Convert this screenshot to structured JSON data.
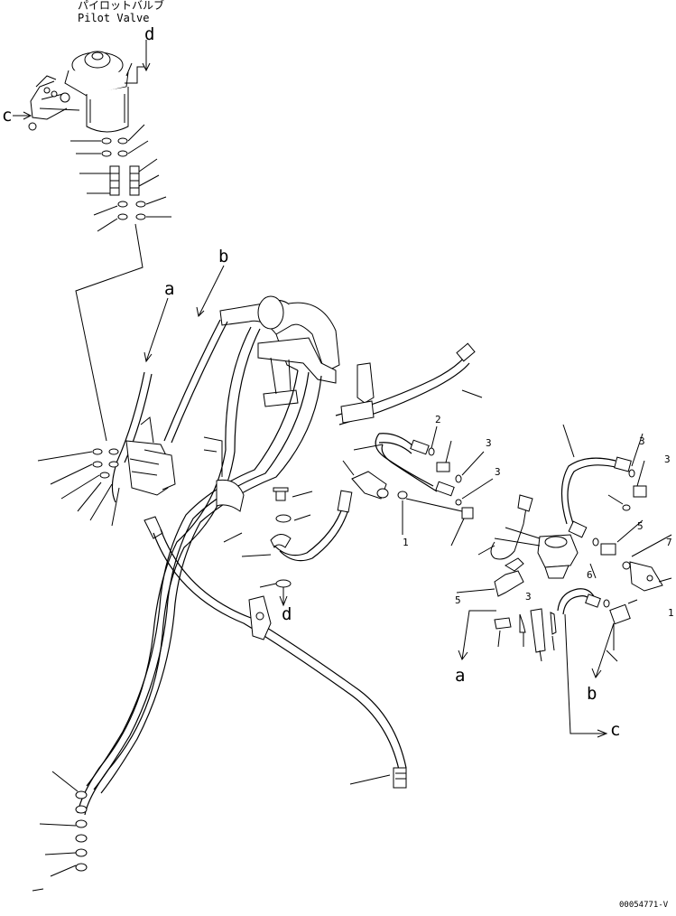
{
  "title": {
    "japanese": "パイロットバルブ",
    "english": "Pilot Valve"
  },
  "reference_letters": {
    "a": "a",
    "b": "b",
    "c": "c",
    "d": "d"
  },
  "callout_numbers": {
    "n1": "1",
    "n2": "2",
    "n3": "3",
    "n5": "5",
    "n6": "6",
    "n7": "7"
  },
  "drawing_code": "00054771-V",
  "colors": {
    "line": "#000000",
    "background": "#ffffff"
  }
}
